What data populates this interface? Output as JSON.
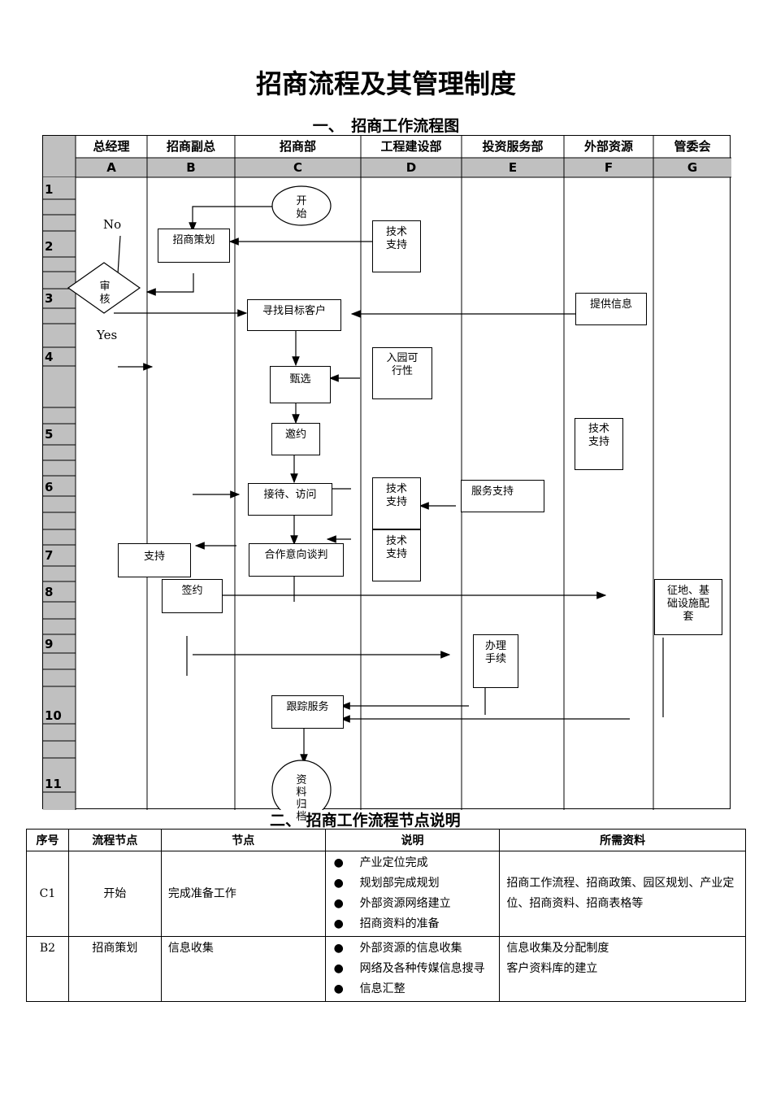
{
  "doc": {
    "title": "招商流程及其管理制度",
    "section1": "一、　招商工作流程图",
    "section2": "二、 招商工作流程节点说明"
  },
  "flowchart": {
    "departments": [
      "总经理",
      "招商副总",
      "招商部",
      "工程建设部",
      "投资服务部",
      "外部资源",
      "管委会"
    ],
    "columns": [
      "A",
      "B",
      "C",
      "D",
      "E",
      "F",
      "G"
    ],
    "rows": [
      "1",
      "2",
      "3",
      "4",
      "5",
      "6",
      "7",
      "8",
      "9",
      "10",
      "11"
    ],
    "nodes": {
      "start": "开\n始",
      "plan": "招商策划",
      "tech1": "技术\n支持",
      "review": "审\n核",
      "no": "No",
      "yes": "Yes",
      "find": "寻找目标客户",
      "info": "提供信息",
      "screen": "甄选",
      "feasibility": "入园可\n行性",
      "invite": "邀约",
      "tech2": "技术\n支持",
      "reception": "接待、访问",
      "tech3": "技术\n支持",
      "service": "服务支持",
      "support": "支持",
      "negotiate": "合作意向谈判",
      "tech4": "技术\n支持",
      "sign": "签约",
      "land": "征地、基\n础设施配\n套",
      "procedures": "办理\n手续",
      "track": "跟踪服务",
      "archive": "资\n料\n归\n档"
    }
  },
  "table": {
    "headers": [
      "序号",
      "流程节点",
      "节点",
      "说明",
      "所需资料"
    ],
    "rows": [
      {
        "no": "C1",
        "node": "开始",
        "point": "完成准备工作",
        "desc": [
          "产业定位完成",
          "规划部完成规划",
          "外部资源网络建立",
          "招商资料的准备"
        ],
        "materials": "招商工作流程、招商政策、园区规划、产业定位、招商资料、招商表格等"
      },
      {
        "no": "B2",
        "node": "招商策划",
        "point": "信息收集",
        "desc": [
          "外部资源的信息收集",
          "网络及各种传媒信息搜寻",
          "信息汇整"
        ],
        "materials": "信息收集及分配制度\n客户资料库的建立"
      }
    ]
  }
}
